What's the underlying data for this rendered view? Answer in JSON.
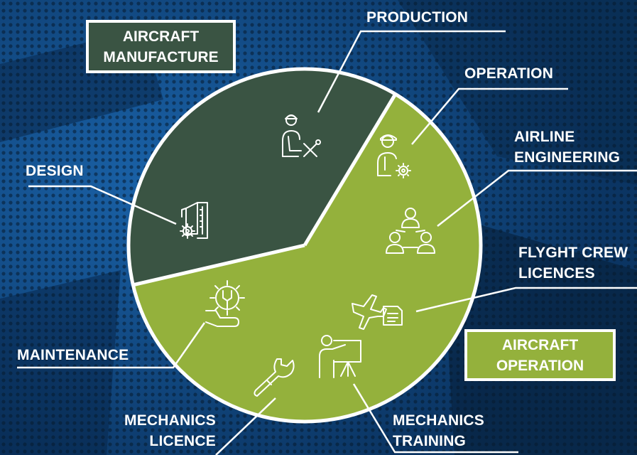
{
  "groups": {
    "manufacture": {
      "line1": "AIRCRAFT",
      "line2": "MANUFACTURE",
      "color": "#3a5443"
    },
    "operation": {
      "line1": "AIRCRAFT",
      "line2": "OPERATION",
      "color": "#94b13c"
    }
  },
  "segments": [
    {
      "id": "production",
      "group": "manufacture",
      "lines": [
        "PRODUCTION"
      ],
      "icon": "engineer-tools-icon"
    },
    {
      "id": "design",
      "group": "manufacture",
      "lines": [
        "DESIGN"
      ],
      "icon": "blueprint-gear-icon"
    },
    {
      "id": "operation",
      "group": "operation",
      "lines": [
        "OPERATION"
      ],
      "icon": "pilot-gear-icon"
    },
    {
      "id": "airline-engineering",
      "group": "operation",
      "lines": [
        "AIRLINE",
        "ENGINEERING"
      ],
      "icon": "team-network-icon"
    },
    {
      "id": "flyght-crew-licences",
      "group": "operation",
      "lines": [
        "FLYGHT CREW",
        "LICENCES"
      ],
      "icon": "plane-document-icon"
    },
    {
      "id": "mechanics-training",
      "group": "operation",
      "lines": [
        "MECHANICS",
        "TRAINING"
      ],
      "icon": "presentation-board-icon"
    },
    {
      "id": "mechanics-licence",
      "group": "operation",
      "lines": [
        "MECHANICS",
        "LICENCE"
      ],
      "icon": "wrench-icon"
    },
    {
      "id": "maintenance",
      "group": "operation",
      "lines": [
        "MAINTENANCE"
      ],
      "icon": "gear-hand-wrench-icon"
    }
  ],
  "colors": {
    "background": "#0d3f72",
    "dots": "#061a2e",
    "outline": "#ffffff"
  }
}
